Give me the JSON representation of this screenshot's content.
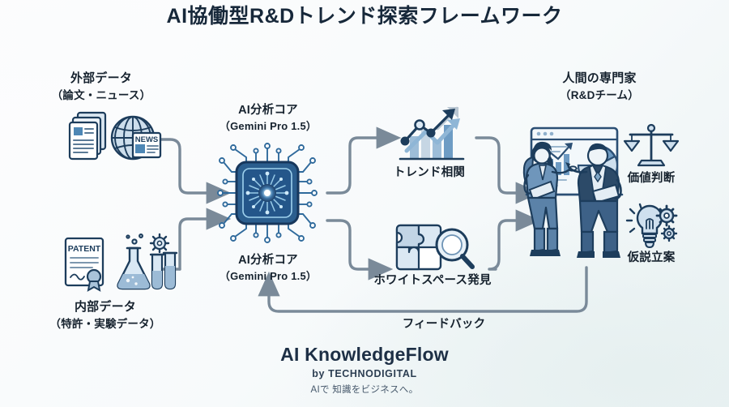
{
  "title": "AI協働型R&Dトレンド探索フレームワーク",
  "colors": {
    "title": "#17283a",
    "connector": "#7a8a99",
    "icon_outline": "#1d3d5c",
    "icon_fill": "#a9c3da",
    "accent": "#4e87b5",
    "background": "#fcfdfd",
    "background_tint": "#e6f0f0"
  },
  "nodes": {
    "external_data": {
      "label": "外部データ",
      "sublabel": "（論文・ニュース）",
      "icons": [
        "documents-icon",
        "globe-icon",
        "news-icon"
      ]
    },
    "internal_data": {
      "label": "内部データ",
      "sublabel": "（特許・実験データ）",
      "icons": [
        "patent-icon",
        "flask-icon",
        "test-tubes-icon",
        "gear-icon"
      ],
      "patent_text": "PATENT"
    },
    "ai_core_top": {
      "label": "AI分析コア",
      "sublabel": "（Gemini Pro 1.5）",
      "icon": "ai-chip-icon"
    },
    "ai_core_bottom": {
      "label": "AI分析コア",
      "sublabel": "（Gemini Pro 1.5）"
    },
    "trend": {
      "label": "トレンド相関",
      "icon": "trend-chart-icon"
    },
    "whitespace": {
      "label": "ホワイトスペース発見",
      "icon": "puzzle-magnifier-icon"
    },
    "experts": {
      "label": "人間の専門家",
      "sublabel": "（R&Dチーム）",
      "icon": "team-presentation-icon"
    },
    "value_judgement": {
      "label": "価値判断",
      "icon": "scales-icon"
    },
    "hypothesis": {
      "label": "仮説立案",
      "icon": "lightbulb-gears-icon"
    },
    "feedback": {
      "label": "フィードバック"
    }
  },
  "news_badge": "NEWS",
  "footer": {
    "brand": "AI KnowledgeFlow",
    "byline": "by TECHNODIGITAL",
    "tagline": "AIで 知識をビジネスへ。"
  }
}
